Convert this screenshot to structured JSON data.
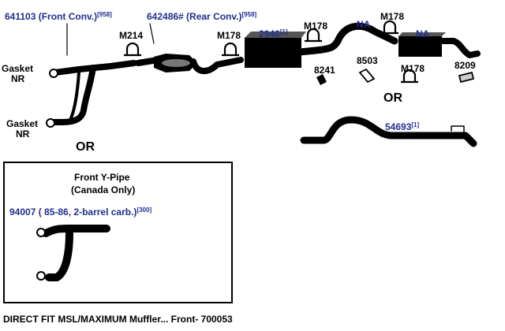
{
  "parts": {
    "front_conv": {
      "label": "641103 (Front Conv.)",
      "sup": "[958]"
    },
    "rear_conv": {
      "label": "642486# (Rear Conv.)",
      "sup": "[958]"
    },
    "muffler": {
      "label": "2946",
      "sup": "[1]"
    },
    "tailpipe": {
      "label": "54693",
      "sup": "[1]"
    },
    "y_pipe_canada": {
      "label": "94007 ( 85-86, 2-barrel carb.)",
      "sup": "[300]"
    },
    "clamp_m214": "M214",
    "clamp_m178_a": "M178",
    "clamp_m178_b": "M178",
    "clamp_m178_c": "M178",
    "clamp_m178_d": "M178",
    "na_1": "NA",
    "na_2": "NA",
    "part_8503": "8503",
    "part_8241": "8241",
    "part_8209": "8209"
  },
  "labels": {
    "gasket_nr_1_line1": "Gasket",
    "gasket_nr_1_line2": "NR",
    "gasket_nr_2_line1": "Gasket",
    "gasket_nr_2_line2": "NR",
    "or_1": "OR",
    "or_2": "OR"
  },
  "inset": {
    "title_line1": "Front Y-Pipe",
    "title_line2": "(Canada Only)"
  },
  "footer": "DIRECT FIT MSL/MAXIMUM Muffler... Front- 700053",
  "colors": {
    "part_number": "#1f2f8f",
    "ink": "#000000"
  }
}
